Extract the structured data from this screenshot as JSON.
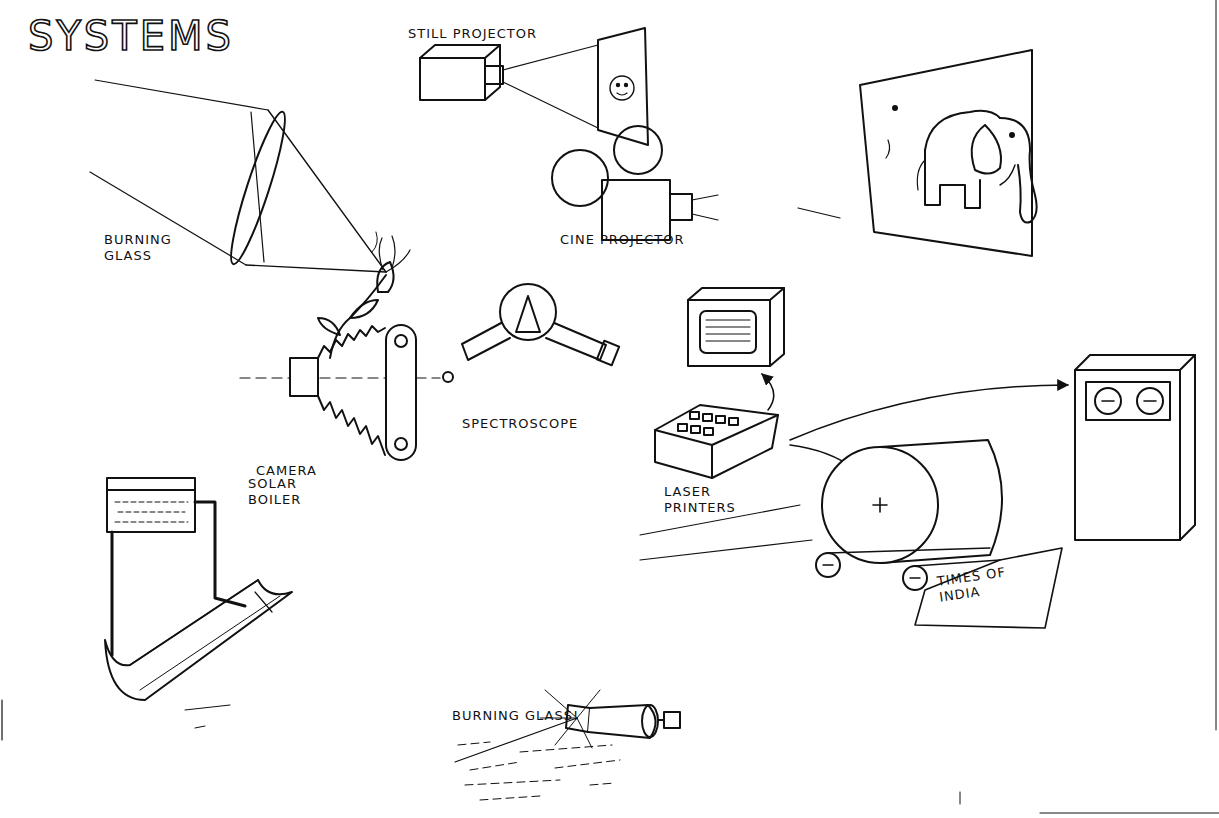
{
  "diagram": {
    "title": "SYSTEMS",
    "labels": [
      "STILL PROJECTOR",
      "BURNING GLASS",
      "CINE PROJECTOR",
      "CAMERA",
      "SPECTROSCOPE",
      "LASER PRINTERS",
      "TIMES OF INDIA",
      "SOLAR BOILER",
      "BURNING GLASS!"
    ]
  }
}
